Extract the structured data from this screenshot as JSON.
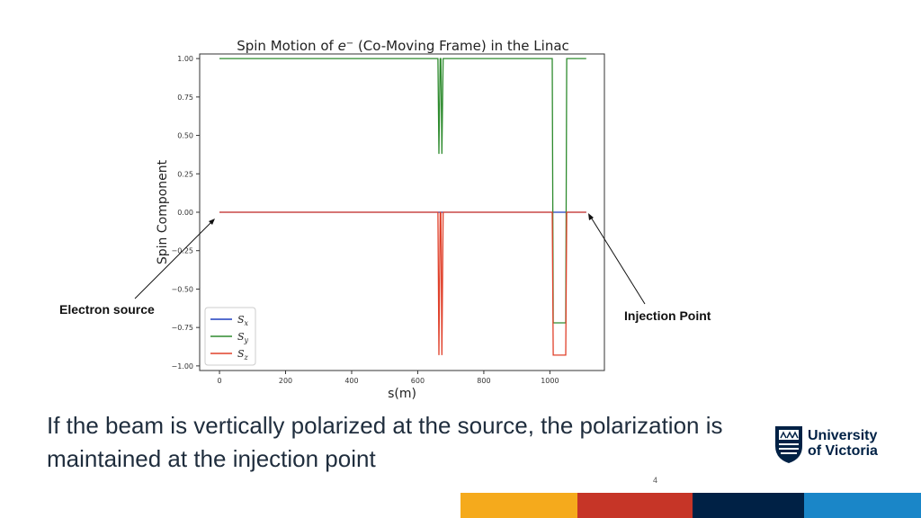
{
  "chart_data": {
    "type": "line",
    "title": "Spin Motion of e⁻ (Co-Moving Frame) in the Linac",
    "xlabel": "s(m)",
    "ylabel": "Spin Component",
    "xlim": [
      -60,
      1165
    ],
    "ylim": [
      -1.03,
      1.03
    ],
    "xticks": [
      0,
      200,
      400,
      600,
      800,
      1000
    ],
    "yticks": [
      1.0,
      0.75,
      0.5,
      0.25,
      0.0,
      -0.25,
      -0.5,
      -0.75,
      -1.0
    ],
    "ytick_labels": [
      "1.00",
      "0.75",
      "0.50",
      "0.25",
      "0.00",
      "−0.25",
      "−0.50",
      "−0.75",
      "−1.00"
    ],
    "legend_position": "lower-left",
    "grid": false,
    "series": [
      {
        "name": "S_x",
        "label_main": "S",
        "label_sub": "x",
        "color": "#1f3fbf",
        "x": [
          0,
          1110
        ],
        "y": [
          0,
          0
        ]
      },
      {
        "name": "S_y",
        "label_main": "S",
        "label_sub": "y",
        "color": "#2e8b2e",
        "x": [
          0,
          661,
          664,
          668,
          670,
          673,
          677,
          679,
          1007,
          1010,
          1048,
          1051,
          1110
        ],
        "y": [
          1.0,
          1.0,
          0.38,
          1.0,
          1.0,
          0.38,
          1.0,
          1.0,
          1.0,
          -0.72,
          -0.72,
          1.0,
          1.0
        ]
      },
      {
        "name": "S_z",
        "label_main": "S",
        "label_sub": "z",
        "color": "#e0402a",
        "x": [
          0,
          661,
          664,
          668,
          670,
          673,
          677,
          679,
          1007,
          1010,
          1048,
          1051,
          1110
        ],
        "y": [
          0,
          0,
          -0.93,
          0,
          0,
          -0.93,
          0,
          0,
          0,
          -0.93,
          -0.93,
          0,
          0
        ]
      }
    ],
    "annotations": [
      {
        "text": "Electron source",
        "points_to": [
          0,
          0
        ]
      },
      {
        "text": "Injection Point",
        "points_to": [
          1110,
          0
        ]
      }
    ]
  },
  "caption": "If the beam is vertically polarized at the source, the polarization is maintained at the injection point",
  "page_number": "4",
  "logo": {
    "line1": "University",
    "line2": "of Victoria"
  },
  "colors": {
    "footer_yellow": "#f5aa1c",
    "footer_red": "#c63527",
    "footer_navy": "#002145",
    "footer_blue": "#1a86c8",
    "logo_navy": "#002145"
  }
}
